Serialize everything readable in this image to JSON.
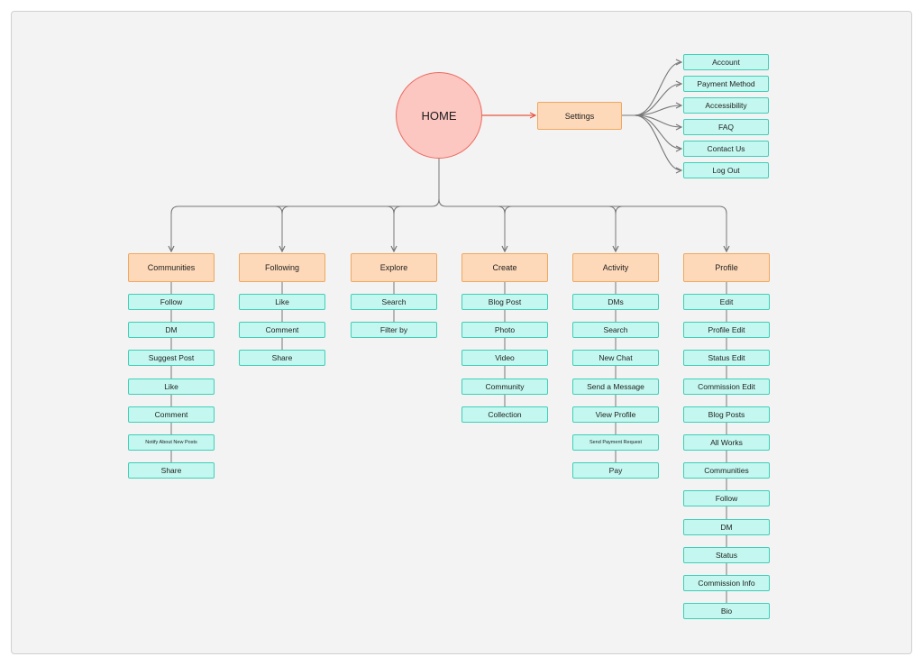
{
  "home": {
    "label": "HOME"
  },
  "settings": {
    "label": "Settings",
    "items": [
      "Account",
      "Payment Method",
      "Accessibility",
      "FAQ",
      "Contact Us",
      "Log Out"
    ]
  },
  "sections": [
    {
      "label": "Communities",
      "items": [
        "Follow",
        "DM",
        "Suggest Post",
        "Like",
        "Comment",
        "Notify About New Posts",
        "Share"
      ]
    },
    {
      "label": "Following",
      "items": [
        "Like",
        "Comment",
        "Share"
      ]
    },
    {
      "label": "Explore",
      "items": [
        "Search",
        "Filter by"
      ]
    },
    {
      "label": "Create",
      "items": [
        "Blog Post",
        "Photo",
        "Video",
        "Community",
        "Collection"
      ]
    },
    {
      "label": "Activity",
      "items": [
        "DMs",
        "Search",
        "New Chat",
        "Send a Message",
        "View Profile",
        "Send Payment Request",
        "Pay"
      ]
    },
    {
      "label": "Profile",
      "items": [
        "Edit",
        "Profile Edit",
        "Status Edit",
        "Commission Edit",
        "Blog Posts",
        "All Works",
        "Communities",
        "Follow",
        "DM",
        "Status",
        "Commission Info",
        "Bio"
      ]
    }
  ],
  "colors": {
    "home_fill": "#fcc7c1",
    "home_border": "#ec6a5f",
    "section_fill": "#fdd9b9",
    "section_border": "#f0a75f",
    "item_fill": "#c3f7ef",
    "item_border": "#3fcfb8",
    "connector": "#777777",
    "home_arrow": "#e8553f"
  }
}
